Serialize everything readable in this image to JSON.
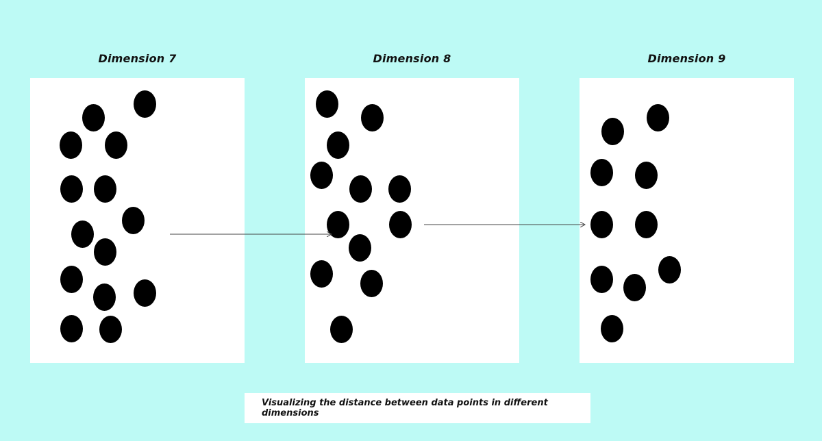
{
  "panels": [
    {
      "title": "Dimension 7",
      "points": [
        [
          76,
          20
        ],
        [
          43,
          60
        ],
        [
          109,
          60
        ],
        [
          151,
          0
        ],
        [
          44,
          124
        ],
        [
          93,
          124
        ],
        [
          134,
          170
        ],
        [
          60,
          190
        ],
        [
          93,
          216
        ],
        [
          44,
          256
        ],
        [
          92,
          282
        ],
        [
          151,
          276
        ],
        [
          44,
          328
        ],
        [
          101,
          329
        ]
      ]
    },
    {
      "title": "Dimension 8",
      "points": [
        [
          16,
          0
        ],
        [
          82,
          20
        ],
        [
          32,
          60
        ],
        [
          8,
          104
        ],
        [
          65,
          124
        ],
        [
          122,
          124
        ],
        [
          32,
          176
        ],
        [
          123,
          176
        ],
        [
          64,
          210
        ],
        [
          8,
          248
        ],
        [
          81,
          262
        ],
        [
          37,
          329
        ]
      ]
    },
    {
      "title": "Dimension 9",
      "points": [
        [
          32,
          40
        ],
        [
          98,
          20
        ],
        [
          16,
          100
        ],
        [
          81,
          104
        ],
        [
          16,
          176
        ],
        [
          81,
          176
        ],
        [
          16,
          256
        ],
        [
          64,
          268
        ],
        [
          115,
          242
        ],
        [
          31,
          328
        ]
      ]
    }
  ],
  "caption": "Visualizing the distance between data points in different dimensions",
  "colors": {
    "background": "#bdfaf5",
    "panel": "#ffffff",
    "point": "#000000",
    "arrow": "#444444"
  }
}
